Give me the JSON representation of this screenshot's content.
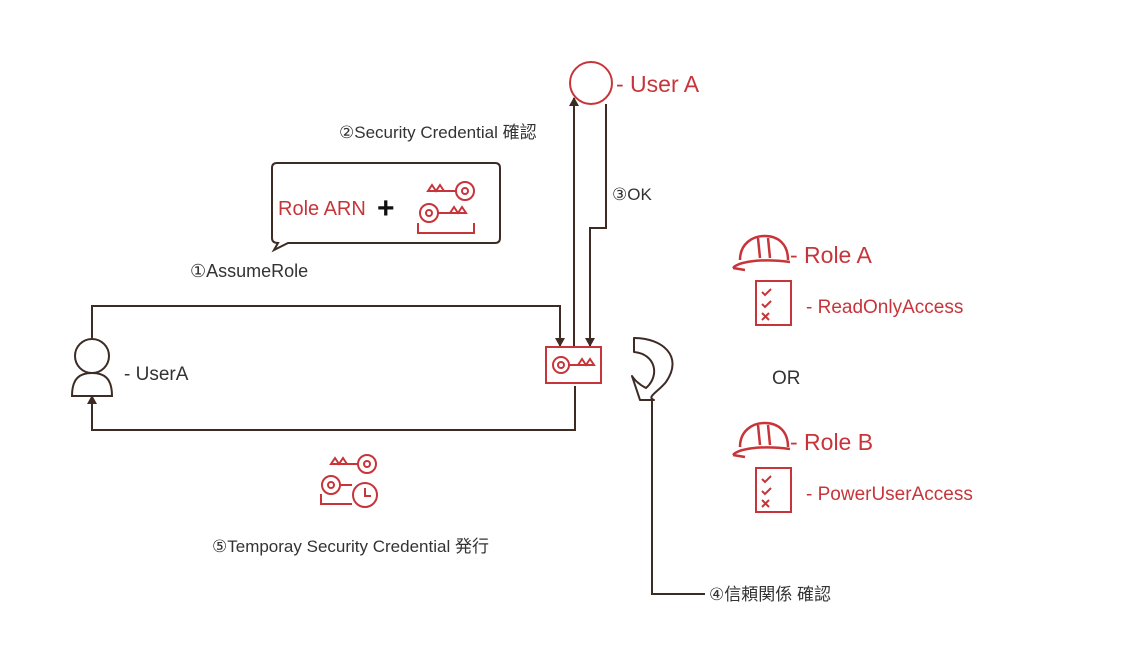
{
  "colors": {
    "accent": "#c7353a",
    "line": "#3d2b24",
    "text": "#333333"
  },
  "icons": {
    "user_main": "user-icon",
    "user_a": "user-circle-icon",
    "credential_bubble": "keys-icon",
    "sts": "key-card-icon",
    "rotate": "curved-arrow-icon",
    "role": "hard-hat-icon",
    "policy": "checklist-icon",
    "temp_credential": "keys-clock-icon"
  },
  "labels": {
    "user_a": "- User A",
    "user_main": "- UserA",
    "role_arn": "Role ARN",
    "plus": "+",
    "step1": "①AssumeRole",
    "step2": "②Security Credential 確認",
    "step3": "③OK",
    "step4": "④信頼関係 確認",
    "step5": "⑤Temporay Security Credential 発行",
    "role_a": "- Role A",
    "policy_a": "- ReadOnlyAccess",
    "or": "OR",
    "role_b": "- Role B",
    "policy_b": "- PowerUserAccess"
  }
}
